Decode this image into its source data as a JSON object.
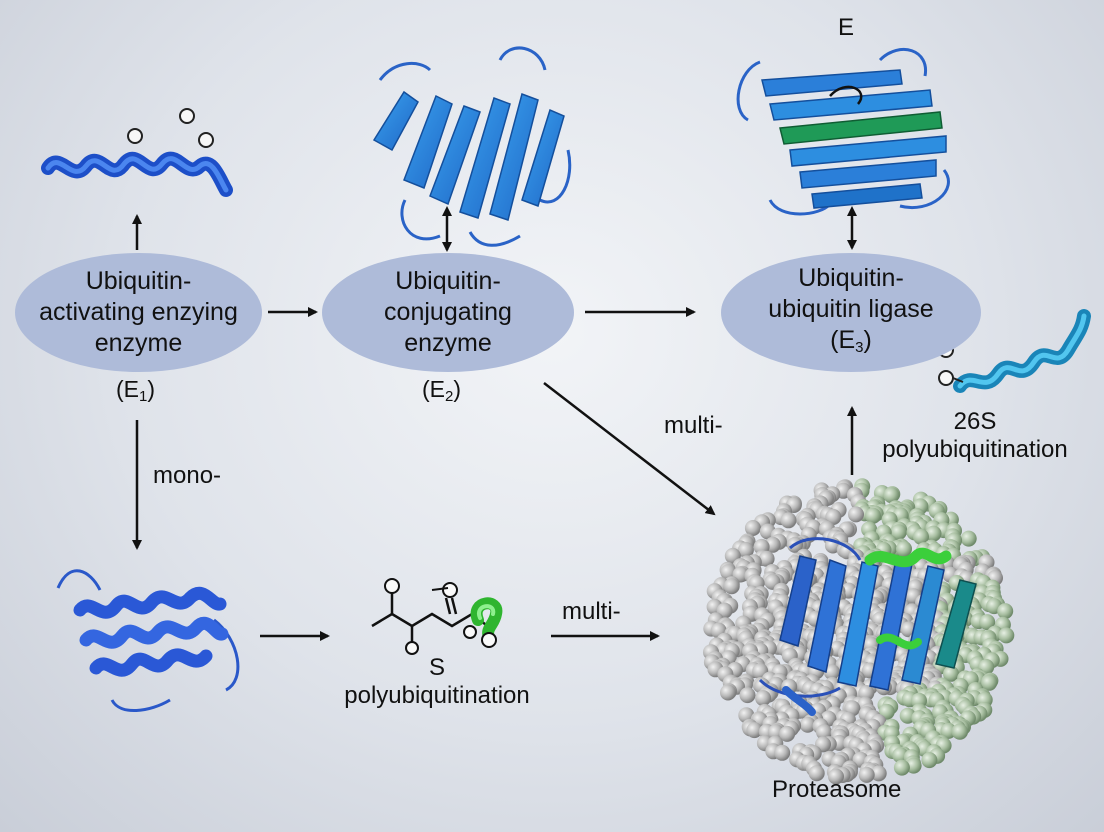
{
  "nodes": {
    "e1": {
      "name": "Ubiquitin-\nactivating enzying\nenzyme",
      "symbol": "E",
      "index": "1"
    },
    "e2": {
      "name": "Ubiquitin-\nconjugating\nenzyme",
      "symbol": "E",
      "index": "2"
    },
    "e3": {
      "name": "Ubiquitin-\nubiquitin ligase\n(E",
      "index": "3",
      "close": ")"
    }
  },
  "labels": {
    "e3_top": "E",
    "mono": "mono-",
    "multi_upper": "multi-",
    "multi_lower": "multi-",
    "substrate": "S\npolyubiquitination",
    "s26": "26S\npolyubiquitination",
    "proteasome": "Proteasome"
  },
  "colors": {
    "node_fill": "#aebbd9",
    "protein_blue": "#2f5fd6",
    "sheet_blue": "#2d8ee0",
    "sheet_green": "#1f9a57",
    "helix_cyan": "#2aaad8",
    "particle_gray": "#b9b9b9",
    "particle_green": "#a6bd9f",
    "green_helix": "#3bcf3b"
  }
}
